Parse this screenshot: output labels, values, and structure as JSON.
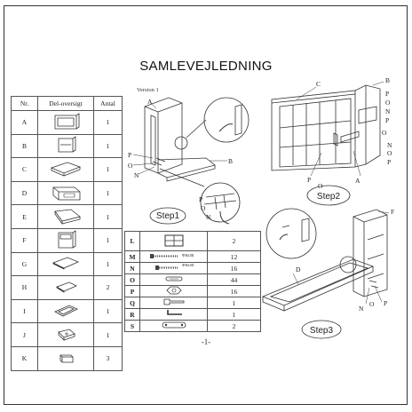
{
  "document": {
    "title": "SAMLEVEJLEDNING",
    "version": "Version 1",
    "page_number": "-1-"
  },
  "parts_table": {
    "headers": [
      "Nr.",
      "Del-oversigt",
      "Antal"
    ],
    "rows": [
      {
        "nr": "A",
        "qty": "1",
        "icon": "panel-a-icon"
      },
      {
        "nr": "B",
        "qty": "1",
        "icon": "panel-b-icon"
      },
      {
        "nr": "C",
        "qty": "1",
        "icon": "panel-c-icon"
      },
      {
        "nr": "D",
        "qty": "1",
        "icon": "panel-d-icon"
      },
      {
        "nr": "E",
        "qty": "1",
        "icon": "panel-e-icon"
      },
      {
        "nr": "F",
        "qty": "1",
        "icon": "panel-f-icon"
      },
      {
        "nr": "G",
        "qty": "1",
        "icon": "panel-g-icon"
      },
      {
        "nr": "H",
        "qty": "2",
        "icon": "panel-h-icon"
      },
      {
        "nr": "I",
        "qty": "1",
        "icon": "panel-i-icon"
      },
      {
        "nr": "J",
        "qty": "1",
        "icon": "panel-j-icon"
      },
      {
        "nr": "K",
        "qty": "3",
        "icon": "panel-k-icon"
      }
    ]
  },
  "hardware_table": {
    "rows": [
      {
        "letter": "L",
        "qty": "2",
        "icon": "window-bracket-icon",
        "note": ""
      },
      {
        "letter": "M",
        "qty": "12",
        "icon": "long-screw-icon",
        "note": "Φ6x35"
      },
      {
        "letter": "N",
        "qty": "16",
        "icon": "short-screw-icon",
        "note": "Φ6x40"
      },
      {
        "letter": "O",
        "qty": "44",
        "icon": "cam-lock-icon",
        "note": ""
      },
      {
        "letter": "P",
        "qty": "16",
        "icon": "nut-icon",
        "note": ""
      },
      {
        "letter": "Q",
        "qty": "1",
        "icon": "wrench-icon",
        "note": ""
      },
      {
        "letter": "R",
        "qty": "1",
        "icon": "allen-key-icon",
        "note": ""
      },
      {
        "letter": "S",
        "qty": "2",
        "icon": "connector-plate-icon",
        "note": ""
      }
    ]
  },
  "steps": {
    "step1": "Step1",
    "step2": "Step2",
    "step3": "Step3"
  },
  "callouts": {
    "step1": [
      "A",
      "B",
      "P",
      "O",
      "N",
      "P",
      "O",
      "N"
    ],
    "step2": [
      "C",
      "B",
      "P",
      "O",
      "N",
      "P",
      "O",
      "N",
      "O",
      "P",
      "P",
      "O",
      "A"
    ],
    "step3": [
      "F",
      "D",
      "N",
      "O",
      "P"
    ]
  }
}
